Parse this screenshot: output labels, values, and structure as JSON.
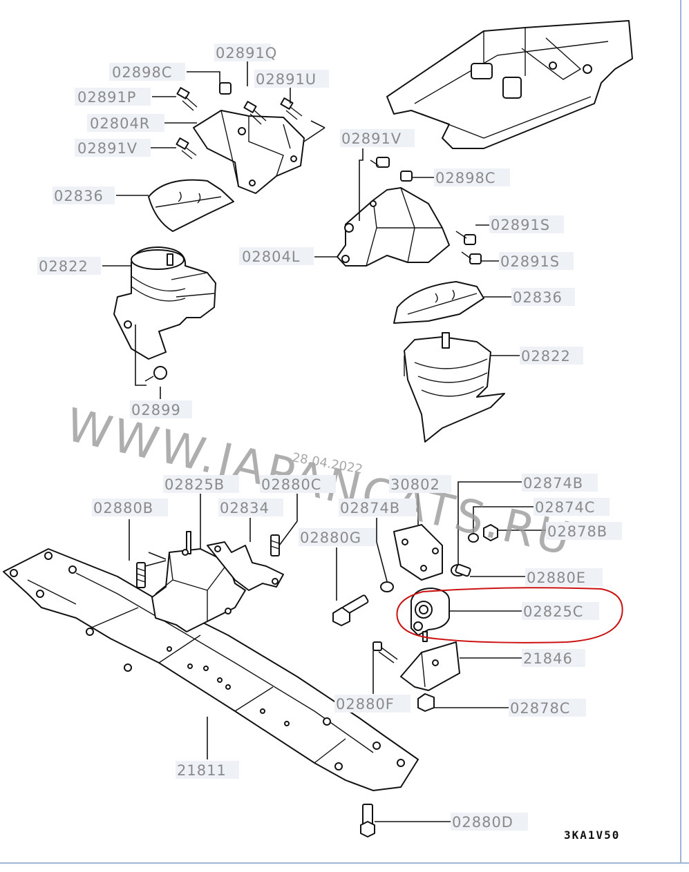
{
  "diagram": {
    "code": "3KA1V50",
    "watermark": "WWW.JAPANCATS.RU",
    "date_stamp": "28.04.2022",
    "highlight_color": "#cc1111",
    "labels": {
      "l_02891Q": "02891Q",
      "l_02898C_a": "02898C",
      "l_02891U": "02891U",
      "l_02891P": "02891P",
      "l_02804R": "02804R",
      "l_02891V_a": "02891V",
      "l_02836_a": "02836",
      "l_02822_a": "02822",
      "l_02899": "02899",
      "l_02891V_b": "02891V",
      "l_02898C_b": "02898C",
      "l_02891S_a": "02891S",
      "l_02804L": "02804L",
      "l_02891S_b": "02891S",
      "l_02836_b": "02836",
      "l_02822_b": "02822",
      "l_02825B": "02825B",
      "l_02880C": "02880C",
      "l_02834": "02834",
      "l_02880B": "02880B",
      "l_02874B_a": "02874B",
      "l_02880G": "02880G",
      "l_30802": "30802",
      "l_02874B_b": "02874B",
      "l_02874C": "02874C",
      "l_02878B": "02878B",
      "l_02880E": "02880E",
      "l_02825C": "02825C",
      "l_21846": "21846",
      "l_02880F": "02880F",
      "l_02878C": "02878C",
      "l_21811": "21811",
      "l_02880D": "02880D"
    }
  }
}
